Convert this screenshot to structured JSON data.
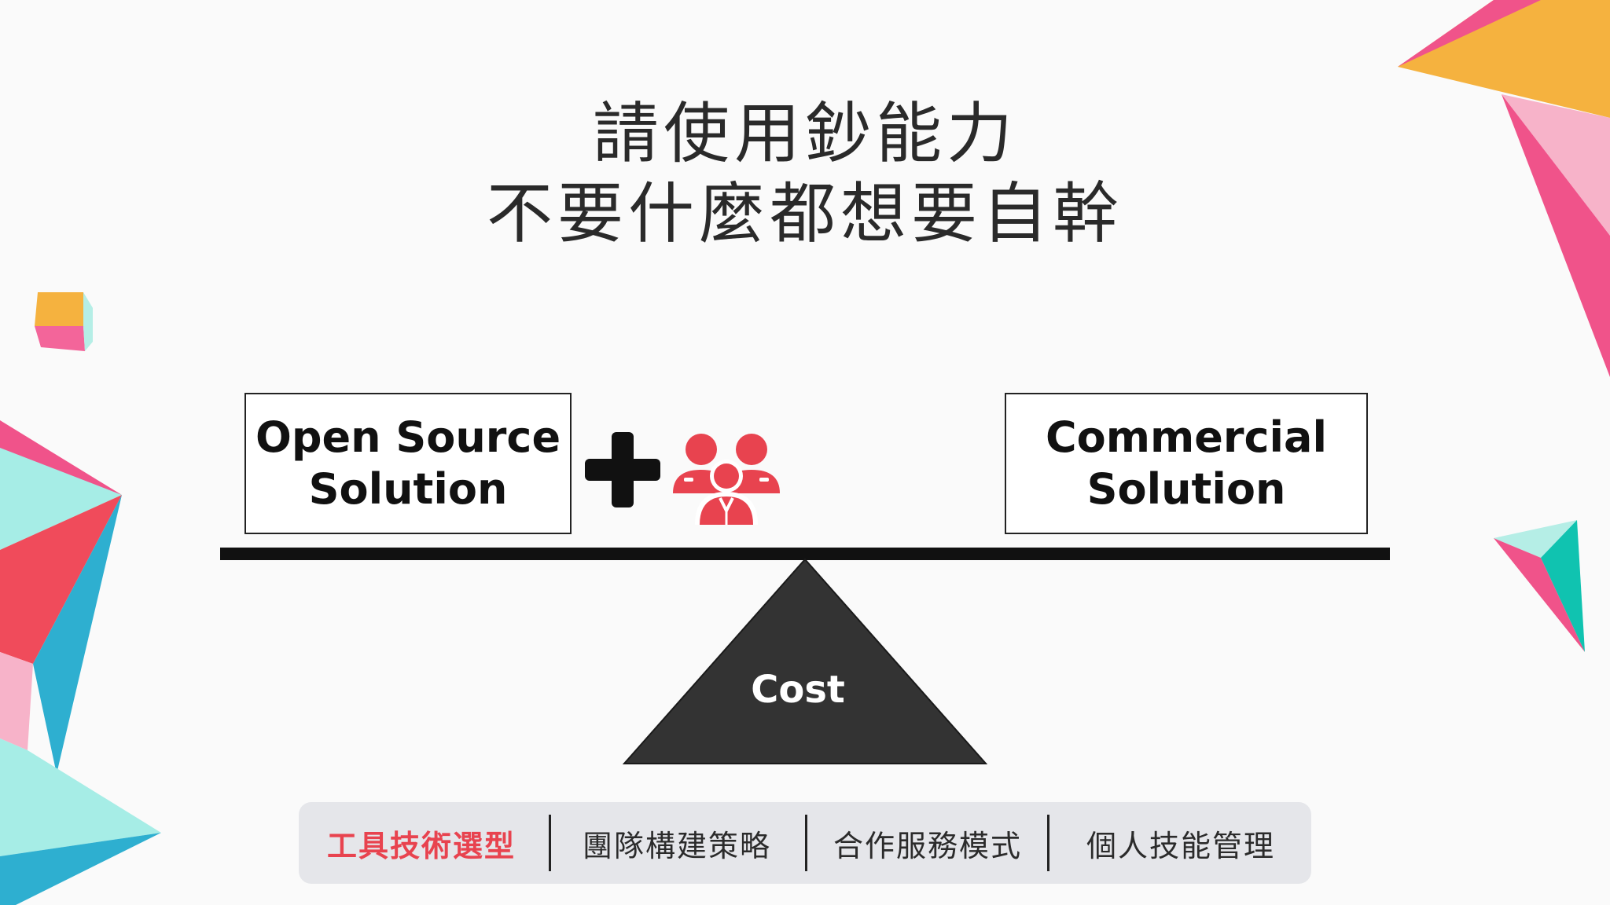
{
  "title": {
    "line1": "請使用鈔能力",
    "line2": "不要什麼都想要自幹"
  },
  "diagram": {
    "left_box": {
      "line1": "Open Source",
      "line2": "Solution"
    },
    "right_box": {
      "line1": "Commercial",
      "line2": "Solution"
    },
    "fulcrum_label": "Cost",
    "plus_icon": "plus-icon",
    "team_icon": "team-icon"
  },
  "nav": {
    "items": [
      {
        "label": "工具技術選型",
        "active": true
      },
      {
        "label": "團隊構建策略",
        "active": false
      },
      {
        "label": "合作服務模式",
        "active": false
      },
      {
        "label": "個人技能管理",
        "active": false
      }
    ]
  },
  "colors": {
    "accent_red": "#e8434f",
    "pink": "#f0538a",
    "light_pink": "#f7b3c9",
    "orange": "#f5b23f",
    "cyan": "#a6ede6",
    "blue": "#2eafd0",
    "teal": "#10c3b0",
    "dark": "#333333"
  }
}
